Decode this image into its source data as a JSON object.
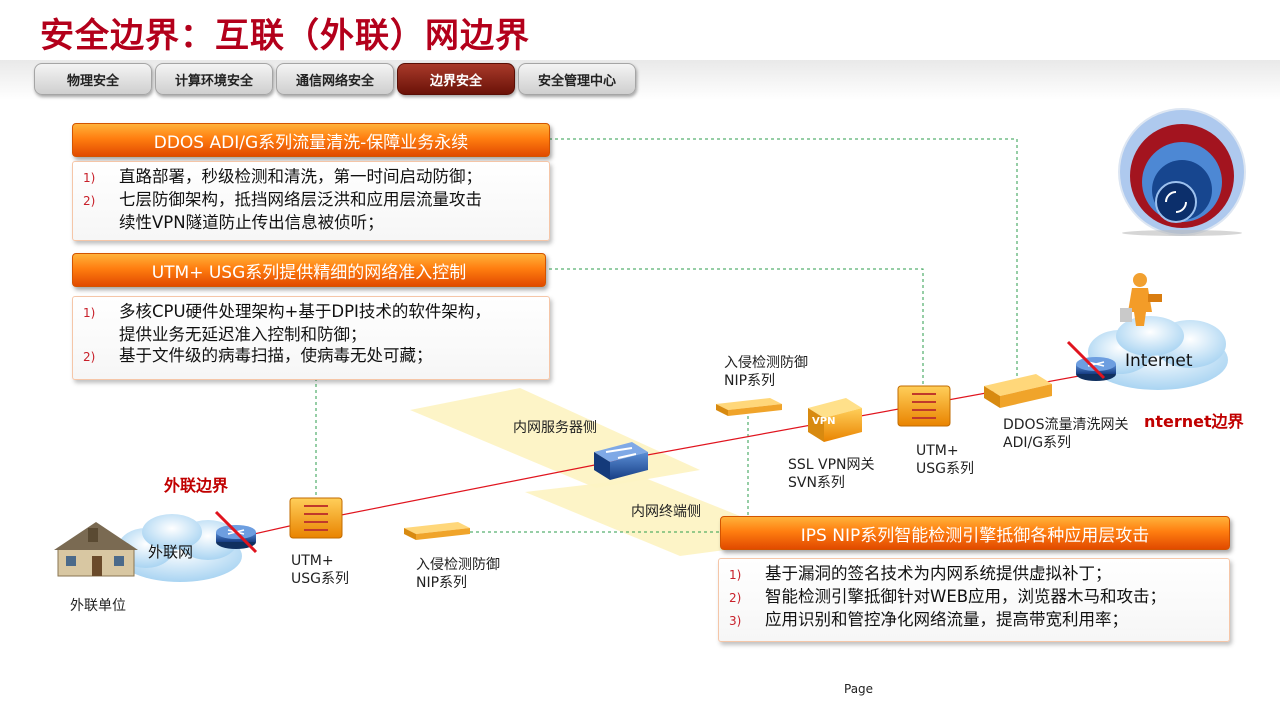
{
  "title": "安全边界：互联（外联）网边界",
  "tabs": [
    {
      "label": "物理安全",
      "active": false
    },
    {
      "label": "计算环境安全",
      "active": false
    },
    {
      "label": "通信网络安全",
      "active": false
    },
    {
      "label": "边界安全",
      "active": true
    },
    {
      "label": "安全管理中心",
      "active": false
    }
  ],
  "ddos": {
    "banner": "DDOS ADI/G系列流量清洗-保障业务永续",
    "items": [
      {
        "num": "1)",
        "text": "直路部署，秒级检测和清洗，第一时间启动防御；"
      },
      {
        "num": "2)",
        "text": "七层防御架构，抵挡网络层泛洪和应用层流量攻击"
      },
      {
        "num": "",
        "text": "续性VPN隧道防止传出信息被侦听；"
      }
    ]
  },
  "utm": {
    "banner": "UTM+ USG系列提供精细的网络准入控制",
    "items": [
      {
        "num": "1)",
        "text": "多核CPU硬件处理架构+基于DPI技术的软件架构，"
      },
      {
        "num": "",
        "text": "提供业务无延迟准入控制和防御；"
      },
      {
        "num": "2)",
        "text": "基于文件级的病毒扫描，使病毒无处可藏；"
      }
    ]
  },
  "ips": {
    "banner": "IPS NIP系列智能检测引擎抵御各种应用层攻击",
    "items": [
      {
        "num": "1)",
        "text": "基于漏洞的签名技术为内网系统提供虚拟补丁；"
      },
      {
        "num": "2)",
        "text": "智能检测引擎抵御针对WEB应用，浏览器木马和攻击；"
      },
      {
        "num": "3)",
        "text": "应用识别和管控净化网络流量，提高带宽利用率；"
      }
    ]
  },
  "diagram": {
    "internet_cloud": "Internet",
    "internet_border": "nternet边界",
    "extranet_border": "外联边界",
    "extranet_cloud": "外联网",
    "extranet_unit": "外联单位",
    "ips_top": "入侵检测防御\nNIP系列",
    "ips_bottom": "入侵检测防御\nNIP系列",
    "server_side": "内网服务器侧",
    "terminal_side": "内网终端侧",
    "ssl_vpn": "SSL VPN网关\nSVN系列",
    "vpn_text": "VPN",
    "utm_right": "UTM+\nUSG系列",
    "utm_left": "UTM+\nUSG系列",
    "ddos_gw": "DDOS流量清洗网关\nADI/G系列"
  },
  "footer": {
    "page": "Page"
  },
  "colors": {
    "title": "#b3001b",
    "accent": "#ff7e10",
    "line_red": "#e0141e",
    "line_green": "#2e9e4c"
  }
}
